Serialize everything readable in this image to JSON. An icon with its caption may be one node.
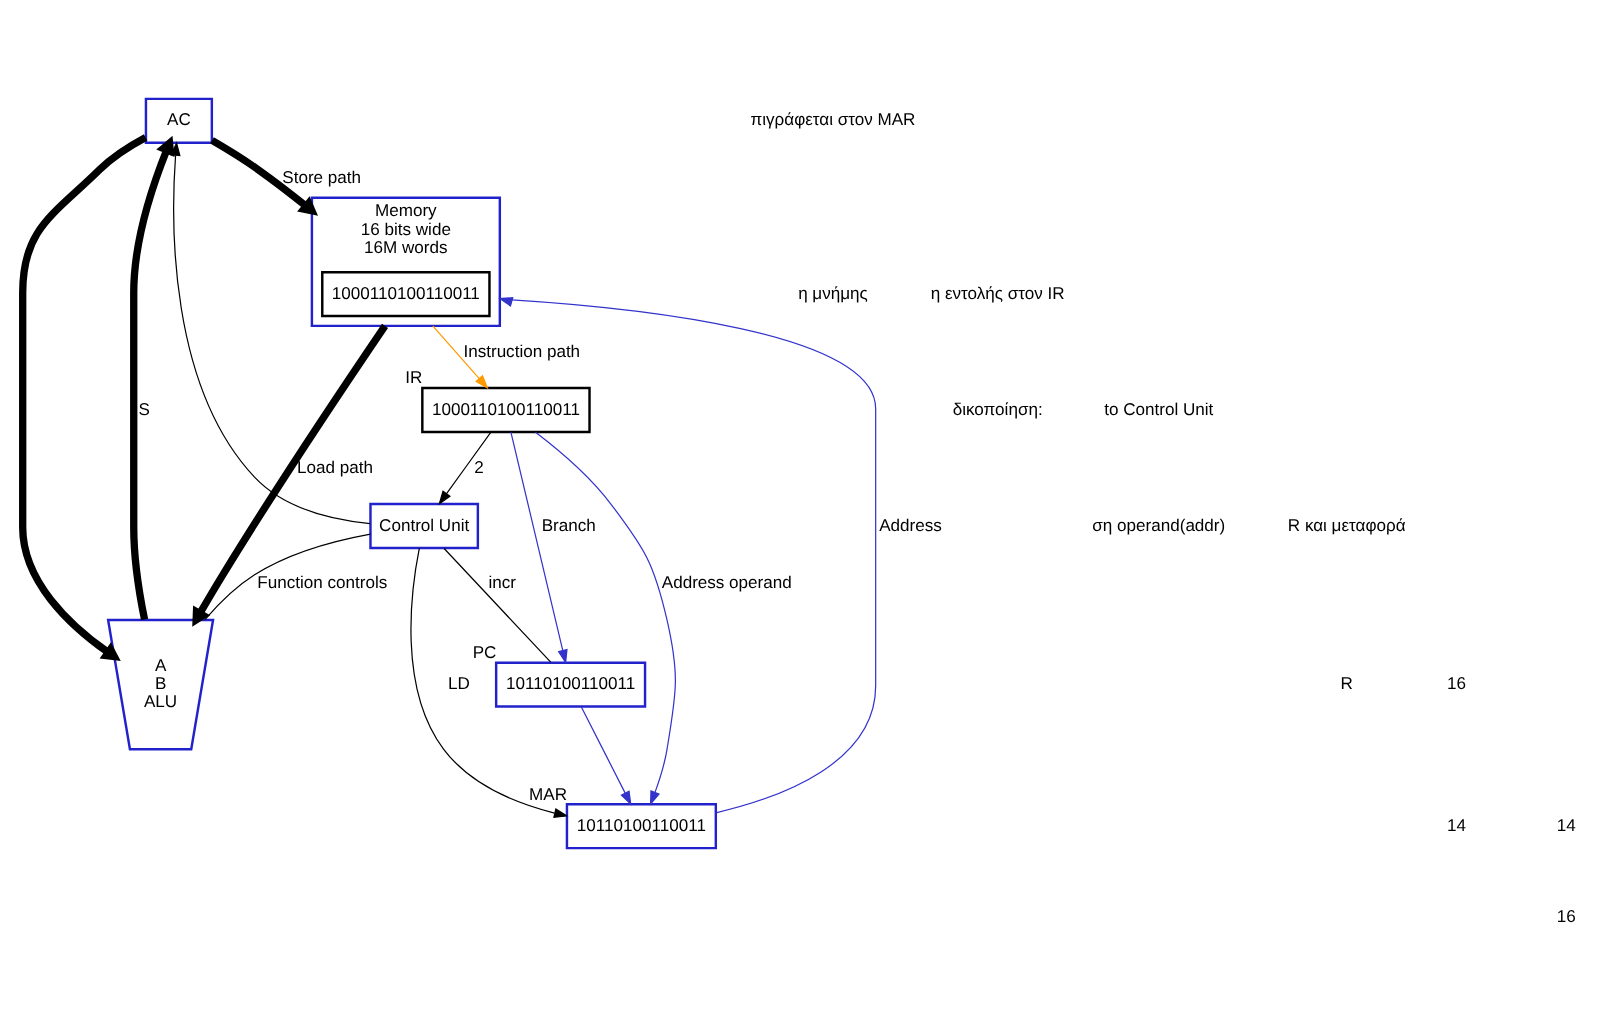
{
  "diagram": {
    "nodes": [
      {
        "text": [
          "AC"
        ]
      },
      {
        "text": [
          "A",
          "B",
          "ALU"
        ]
      },
      {
        "text": [
          "Control Unit"
        ]
      },
      {
        "text": [
          "1000110100110011"
        ],
        "beside": [
          "IR"
        ]
      },
      {
        "text": [
          "Memory",
          "16 bits wide",
          "16M words"
        ]
      },
      {
        "text": [
          "1000110100110011"
        ],
        "in": 4
      },
      {
        "text": [
          "10110100110011"
        ],
        "beside": [
          "MAR"
        ]
      },
      {
        "text": [
          "10110100110011"
        ],
        "beside": [
          "PC"
        ]
      }
    ],
    "edges": [
      {
        "from": 2,
        "to": 0,
        "arrow": "to"
      },
      {
        "from": 0,
        "to": 1,
        "arrow": "to",
        "style": "thick"
      },
      {
        "from": 1,
        "to": 0,
        "arrow": "to",
        "label": "S",
        "style": "thick"
      },
      {
        "from": 0,
        "to": 4,
        "arrow": "to",
        "label": "Store path",
        "style": "thick"
      },
      {
        "from": 4,
        "to": 1,
        "arrow": "to",
        "label": "Load path",
        "style": "thick"
      },
      {
        "from": 2,
        "to": 1,
        "arrow": "none",
        "label": "Function controls"
      },
      {
        "from": 2,
        "to": 6,
        "arrow": "to",
        "label": "LD"
      },
      {
        "from": 2,
        "to": 7,
        "arrow": "none",
        "label": "incr"
      },
      {
        "from": 3,
        "to": 2,
        "arrow": "to",
        "label": "2"
      },
      {
        "from": 6,
        "to": 4,
        "arrow": "to",
        "label": "Address",
        "color": "#3333cc"
      },
      {
        "from": 7,
        "to": 6,
        "arrow": "to",
        "color": "#3333cc"
      },
      {
        "from": 3,
        "to": 7,
        "arrow": "to",
        "label": "Branch",
        "color": "#3333cc"
      },
      {
        "from": 3,
        "to": 6,
        "arrow": "to",
        "label": "Address operand",
        "color": "#3333cc"
      },
      {
        "from": 4,
        "to": 3,
        "arrow": "to",
        "label": "Instruction path",
        "color": "#ff9900"
      }
    ],
    "labels": [
      "πιγράφεται στον MAR",
      "η μνήμης",
      "η εντολής στον IR",
      "δικοποίηση:",
      "to Control Unit",
      "ση operand(addr)",
      "R και μεταφορά",
      "R",
      "16",
      "14",
      "14",
      "16"
    ]
  }
}
